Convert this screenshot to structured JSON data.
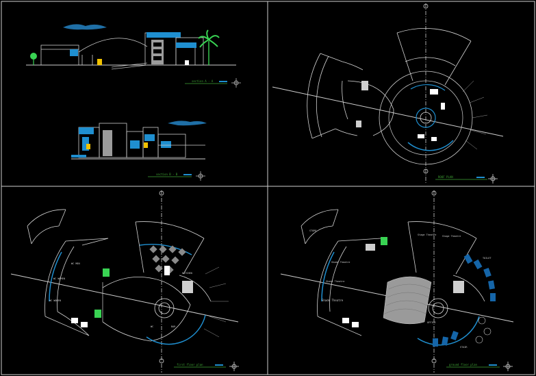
{
  "colors": {
    "background": "#000000",
    "line": "#d9d9d9",
    "dim": "#8c8c8c",
    "accent": "#1f8fd0",
    "accent_dark": "#1565a8",
    "title_green": "#3fa535",
    "tree_green": "#39d353",
    "yellow": "#f2c200"
  },
  "panels": {
    "elevations": {
      "section_a_label": "section A - A",
      "section_b_label": "section B - B"
    },
    "roof_plan": {
      "title": "ROOF PLAN"
    },
    "first_floor": {
      "title": "first floor plan",
      "room_labels": [
        "WC MEN",
        "WC WOMEN",
        "WC WOMEN",
        "KITCHEN",
        "WC",
        "BAR"
      ]
    },
    "ground_floor": {
      "title": "ground floor plan",
      "room_labels": [
        "STORE",
        "Shade Theatre",
        "Shade Theatre",
        "Shade Theatre",
        "Stage Theatre",
        "Stage Theatre",
        "TOILET",
        "OFFICE",
        "STAIR"
      ]
    }
  }
}
